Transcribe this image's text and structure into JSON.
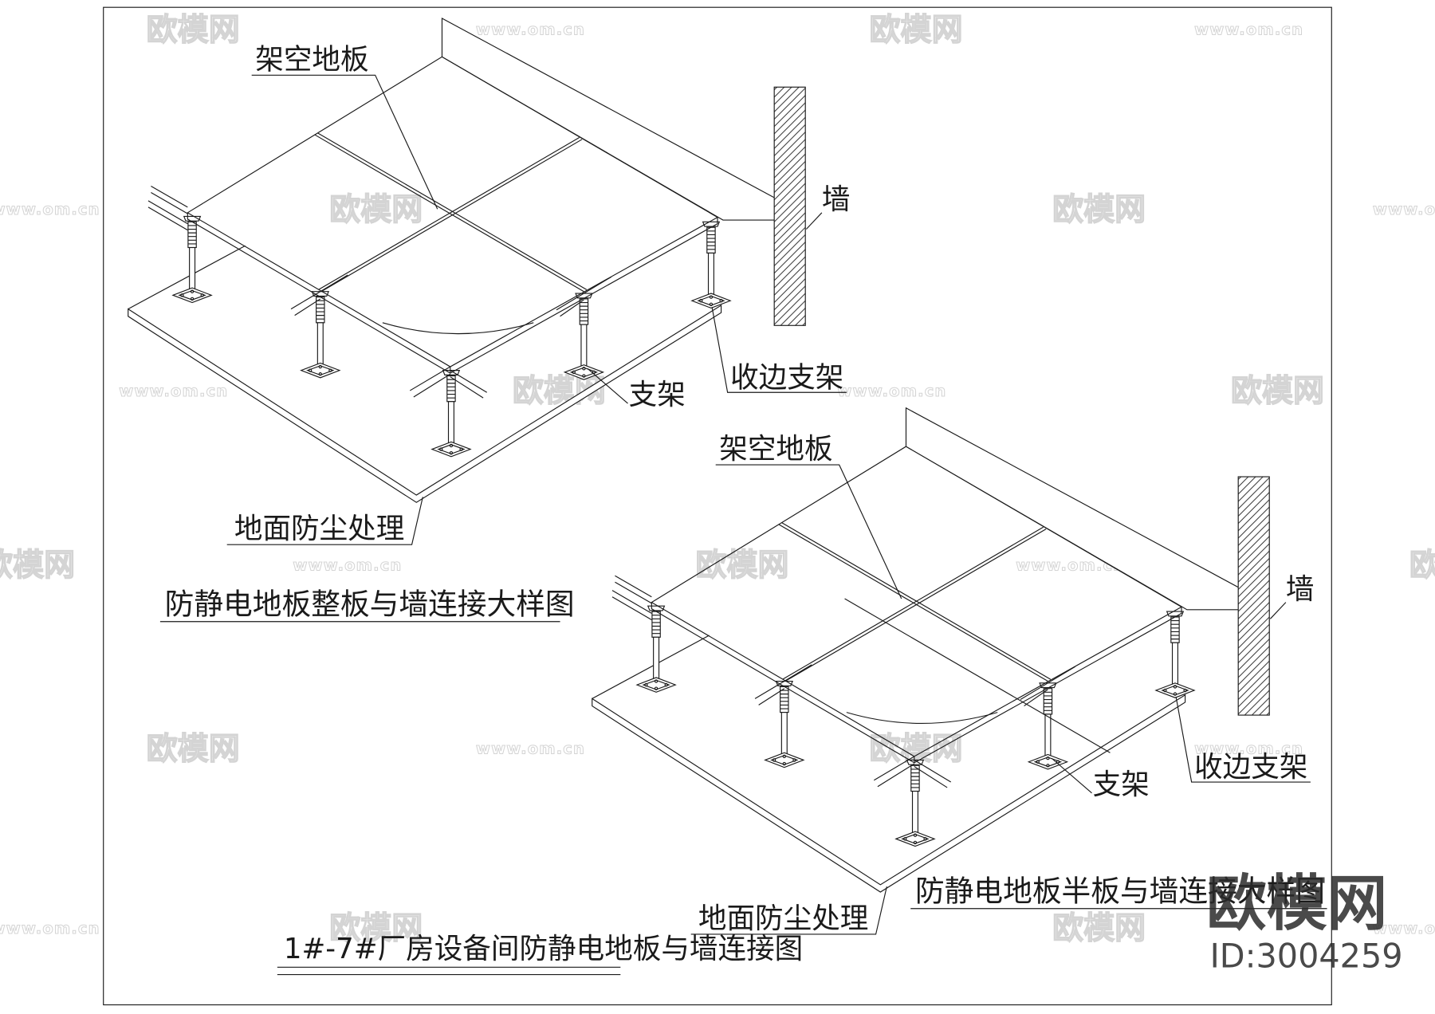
{
  "diagram_1": {
    "labels": {
      "raised_floor": "架空地板",
      "wall": "墙",
      "edge_support": "收边支架",
      "support": "支架",
      "ground_treatment": "地面防尘处理"
    },
    "caption": "防静电地板整板与墙连接大样图"
  },
  "diagram_2": {
    "labels": {
      "raised_floor": "架空地板",
      "wall": "墙",
      "edge_support": "收边支架",
      "support": "支架",
      "ground_treatment": "地面防尘处理"
    },
    "caption": "防静电地板半板与墙连接大样图"
  },
  "drawing_title": "1#-7#厂房设备间防静电地板与墙连接图",
  "watermark": {
    "brand": "欧模网",
    "url": "www.om.cn"
  },
  "corner_logo": {
    "brand": "欧模网",
    "id": "ID:3004259"
  },
  "colors": {
    "line": "#1a1a1a",
    "watermark": "#d4d4d4"
  }
}
